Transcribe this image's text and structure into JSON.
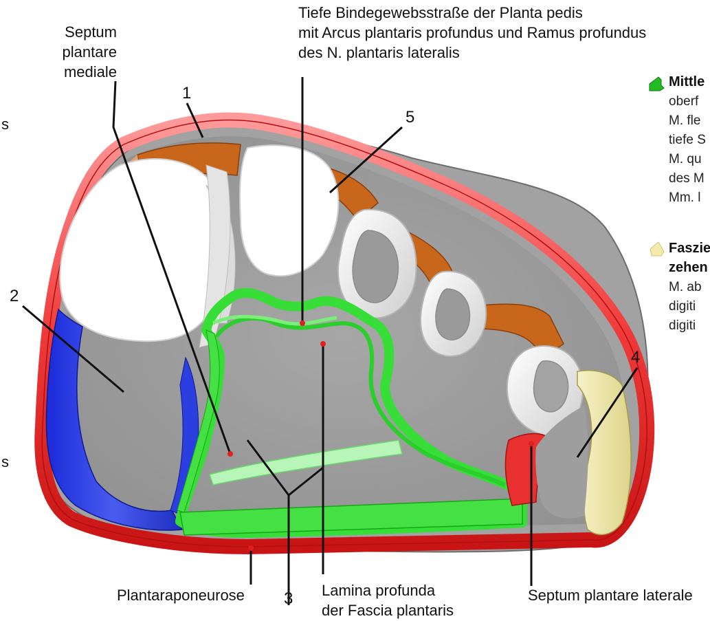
{
  "labels": {
    "top_label": [
      "Tiefe Bindegewebsstraße der Planta pedis",
      "mit Arcus plantaris profundus und Ramus profundus",
      "des N. plantaris lateralis"
    ],
    "septum_mediale": [
      "Septum",
      "plantare",
      "mediale"
    ],
    "plantaraponeurose": "Plantaraponeurose",
    "lamina": [
      "Lamina profunda",
      "der Fascia plantaris"
    ],
    "septum_laterale": "Septum plantare laterale",
    "left_edge_top": "s",
    "left_edge_bottom": "s"
  },
  "numbers": {
    "n1": "1",
    "n2": "2",
    "n3": "3",
    "n4": "4",
    "n5": "5"
  },
  "legend": {
    "green": {
      "color": "#22bb22",
      "icon": "green-compartment-icon",
      "title": "Mittle",
      "lines": [
        "oberf",
        "M. fle",
        "tiefe S",
        "M. qu",
        "des M",
        "Mm. l"
      ]
    },
    "yellow": {
      "color": "#f2ebaa",
      "icon": "yellow-compartment-icon",
      "title_lines": [
        "Faszie",
        "zehen"
      ],
      "lines": [
        "M. ab",
        "digiti",
        "digiti"
      ]
    }
  },
  "colors": {
    "fascia_red": "#e01e24",
    "orange": "#c8651b",
    "green": "#44e044",
    "blue": "#2b3fe0",
    "yellow": "#ece6a4",
    "gray": "#9c9c9c"
  }
}
